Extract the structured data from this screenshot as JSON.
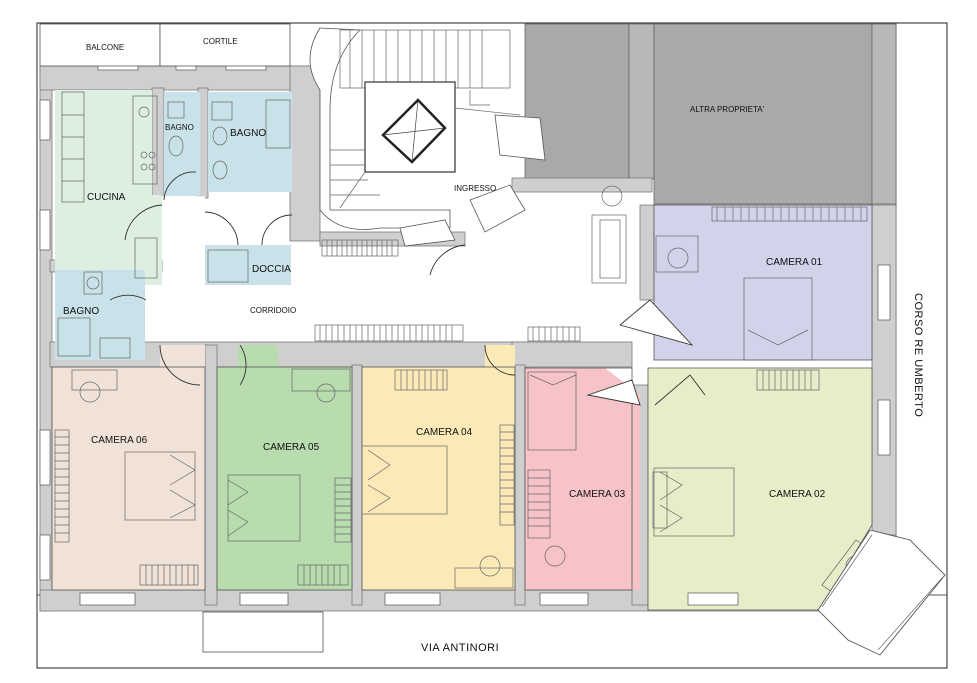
{
  "plan": {
    "labels": {
      "balcone": "BALCONE",
      "cortile": "CORTILE",
      "altra_proprieta": "ALTRA PROPRIETA'",
      "bagno_1": "BAGNO",
      "bagno_2": "BAGNO",
      "bagno_3": "BAGNO",
      "cucina": "CUCINA",
      "doccia": "DOCCIA",
      "corridoio": "CORRIDOIO",
      "ingresso": "INGRESSO",
      "camera_01": "CAMERA 01",
      "camera_02": "CAMERA 02",
      "camera_03": "CAMERA 03",
      "camera_04": "CAMERA 04",
      "camera_05": "CAMERA 05",
      "camera_06": "CAMERA 06"
    },
    "streets": {
      "south": "VIA ANTINORI",
      "east": "CORSO RE UMBERTO"
    },
    "colors": {
      "kitchen": "#dcefe1",
      "bath": "#c9e1e8",
      "camera_01": "#d2d2ea",
      "camera_02": "#e9ecc9",
      "camera_03": "#f6c3c8",
      "camera_04": "#fbe9b8",
      "camera_05": "#b9dcae",
      "camera_06": "#f0e2d6",
      "other_property": "#a9a9a9",
      "walls": "#cfcfcf"
    }
  }
}
